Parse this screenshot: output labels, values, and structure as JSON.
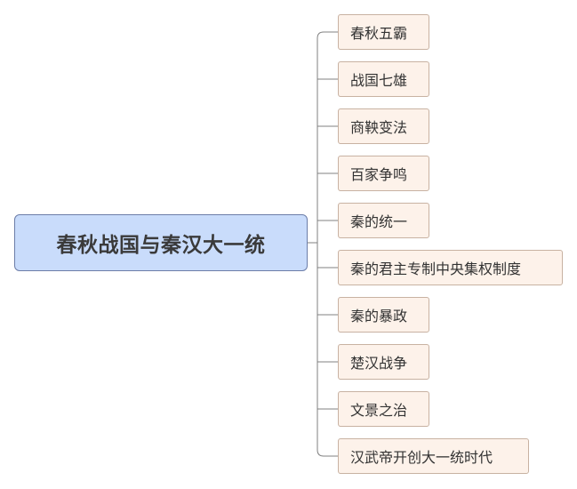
{
  "mindmap": {
    "root": {
      "label": "春秋战国与秦汉大一统"
    },
    "children": [
      {
        "label": "春秋五霸"
      },
      {
        "label": "战国七雄"
      },
      {
        "label": "商鞅变法"
      },
      {
        "label": "百家争鸣"
      },
      {
        "label": "秦的统一"
      },
      {
        "label": "秦的君主专制中央集权制度"
      },
      {
        "label": "秦的暴政"
      },
      {
        "label": "楚汉战争"
      },
      {
        "label": "文景之治"
      },
      {
        "label": "汉武帝开创大一统时代"
      }
    ]
  },
  "colors": {
    "root_fill": "#c9dcfb",
    "root_border": "#6c7da8",
    "child_fill": "#fdf2ea",
    "child_border": "#c8b2a2",
    "connector": "#808080"
  }
}
